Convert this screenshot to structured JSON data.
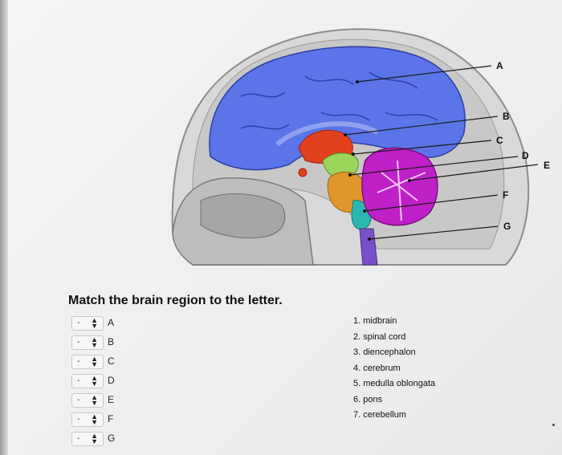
{
  "figure": {
    "callouts": [
      "A",
      "B",
      "C",
      "D",
      "E",
      "F",
      "G"
    ]
  },
  "question": "Match the brain region to the letter.",
  "rows": [
    {
      "selected": "-",
      "letter": "A"
    },
    {
      "selected": "-",
      "letter": "B"
    },
    {
      "selected": "-",
      "letter": "C"
    },
    {
      "selected": "-",
      "letter": "D"
    },
    {
      "selected": "-",
      "letter": "E"
    },
    {
      "selected": "-",
      "letter": "F"
    },
    {
      "selected": "-",
      "letter": "G"
    }
  ],
  "options": [
    "1. midbrain",
    "2. spinal cord",
    "3. diencephalon",
    "4. cerebrum",
    "5. medulla oblongata",
    "6. pons",
    "7. cerebellum"
  ],
  "colors": {
    "cerebrum": "#5b74e8",
    "diencephalon": "#e2401f",
    "midbrain": "#9bd45a",
    "pons": "#e0962a",
    "medulla": "#2bb7b0",
    "spinal_cord": "#7a50c8",
    "cerebellum": "#c020c8"
  }
}
